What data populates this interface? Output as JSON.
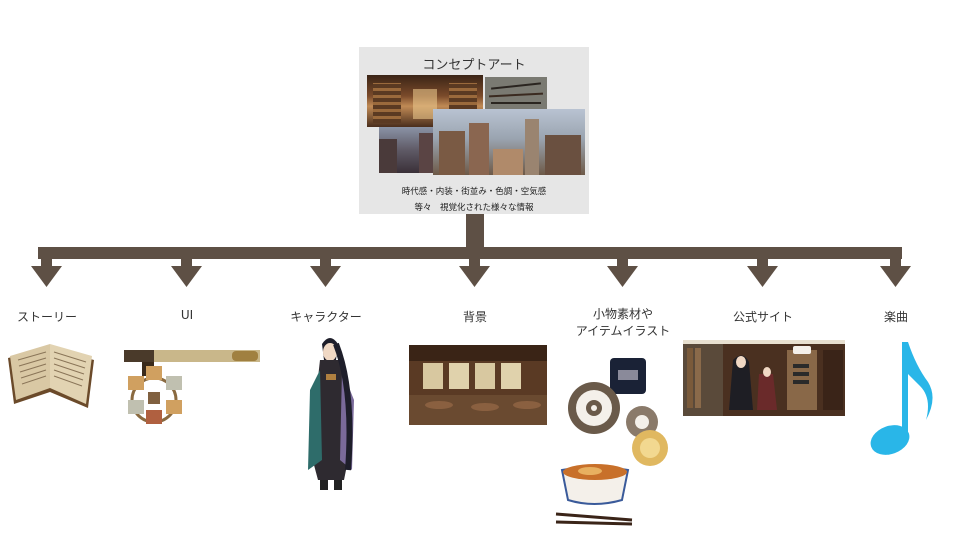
{
  "concept": {
    "title": "コンセプトアート",
    "desc_line1": "時代感・内装・街並み・色調・空気感",
    "desc_line2": "等々　視覚化された様々な情報"
  },
  "branches": [
    {
      "label": "ストーリー",
      "icon": "open-book-icon"
    },
    {
      "label": "UI",
      "icon": "game-ui-icon"
    },
    {
      "label": "キャラクター",
      "icon": "character-illustration"
    },
    {
      "label": "背景",
      "icon": "cafe-background"
    },
    {
      "label": "小物素材や",
      "label2": "アイテムイラスト",
      "icon": "items-illustration"
    },
    {
      "label": "公式サイト",
      "icon": "website-screenshot"
    },
    {
      "label": "楽曲",
      "icon": "music-note-icon"
    }
  ],
  "colors": {
    "arrow": "#5e5045",
    "box": "#e6e6e6",
    "music_note": "#29b6e8"
  }
}
